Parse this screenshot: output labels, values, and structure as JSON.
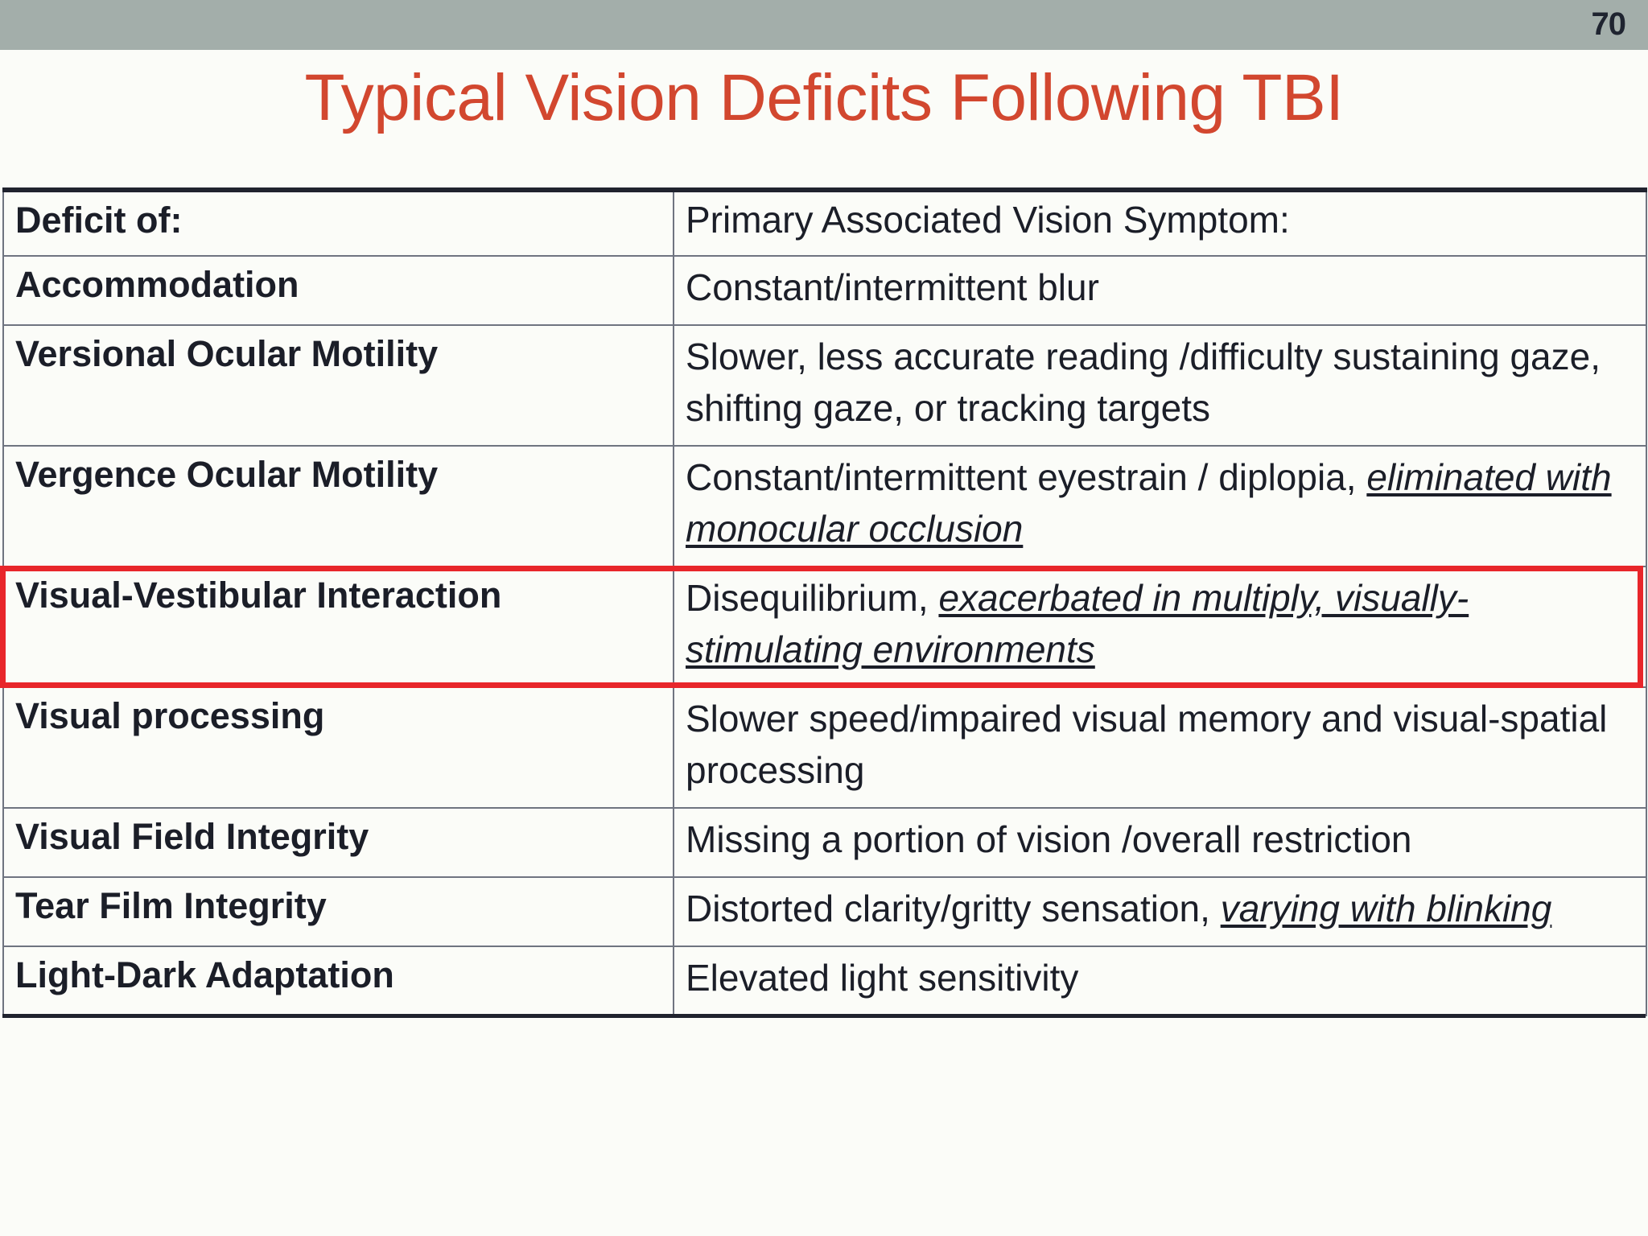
{
  "header": {
    "page_number": "70",
    "bar_color": "#a3aeaa"
  },
  "title": {
    "text": "Typical Vision Deficits Following TBI",
    "color": "#d2472f"
  },
  "table": {
    "columns": [
      "Deficit of:",
      "Primary Associated Vision Symptom:"
    ],
    "highlight_color": "#e8262b",
    "rows": [
      {
        "deficit": "Accommodation",
        "symptom_plain": "Constant/intermittent blur",
        "symptom_emphasis": "",
        "highlighted": false
      },
      {
        "deficit": "Versional Ocular Motility",
        "symptom_plain": "Slower, less accurate reading /difficulty sustaining gaze, shifting gaze, or tracking targets",
        "symptom_emphasis": "",
        "highlighted": false
      },
      {
        "deficit": "Vergence Ocular Motility",
        "symptom_plain": "Constant/intermittent eyestrain / diplopia,",
        "symptom_emphasis": "eliminated with monocular occlusion",
        "highlighted": false
      },
      {
        "deficit": "Visual-Vestibular Interaction",
        "symptom_plain": "Disequilibrium,",
        "symptom_emphasis": "exacerbated in multiply, visually-stimulating environments",
        "highlighted": true
      },
      {
        "deficit": "Visual processing",
        "symptom_plain": "Slower speed/impaired visual memory and visual-spatial processing",
        "symptom_emphasis": "",
        "highlighted": false
      },
      {
        "deficit": "Visual Field Integrity",
        "symptom_plain": "Missing a portion of vision /overall restriction",
        "symptom_emphasis": "",
        "highlighted": false
      },
      {
        "deficit": "Tear Film Integrity",
        "symptom_plain": "Distorted clarity/gritty sensation,",
        "symptom_emphasis": "varying with blinking",
        "highlighted": false
      },
      {
        "deficit": "Light-Dark Adaptation",
        "symptom_plain": "Elevated light sensitivity",
        "symptom_emphasis": "",
        "highlighted": false
      }
    ]
  }
}
